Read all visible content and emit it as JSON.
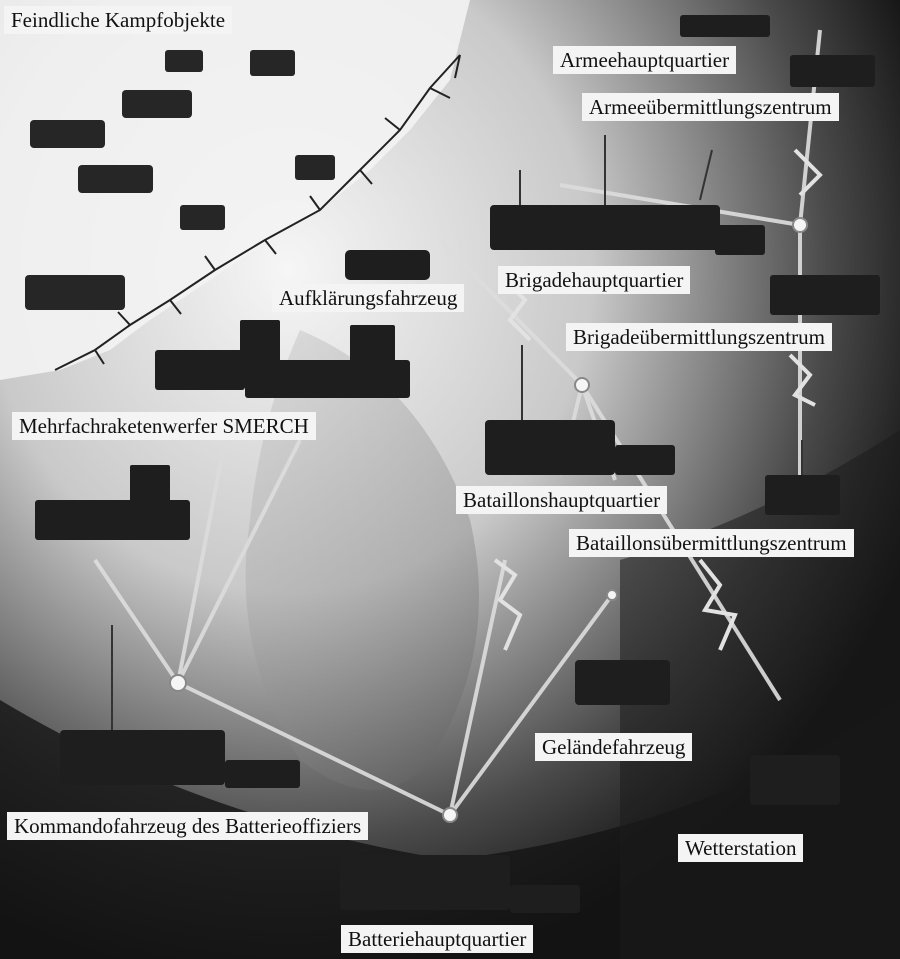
{
  "labels": {
    "enemy_objects": "Feindliche Kampfobjekte",
    "army_hq": "Armeehauptquartier",
    "army_comm_center": "Armeeübermittlungszentrum",
    "brigade_hq": "Brigadehauptquartier",
    "reconnaissance_vehicle": "Aufklärungsfahrzeug",
    "brigade_comm_center": "Brigadeübermittlungszentrum",
    "rocket_launcher": "Mehrfachraketenwerfer SMERCH",
    "battalion_hq": "Bataillonshauptquartier",
    "battalion_comm_center": "Bataillonsübermittlungszentrum",
    "offroad_vehicle": "Geländefahrzeug",
    "battery_officer_vehicle": "Kommandofahrzeug des Batterieoffiziers",
    "weather_station": "Wetterstation",
    "battery_hq": "Batteriehauptquartier"
  },
  "colors": {
    "label_background": "#f4f4f4",
    "label_text": "#111111",
    "sky_light": "#f2f2f2",
    "ground_dark": "#1a1a1a",
    "vehicle": "#1e1e1e",
    "link_line": "#dcdcdc"
  }
}
